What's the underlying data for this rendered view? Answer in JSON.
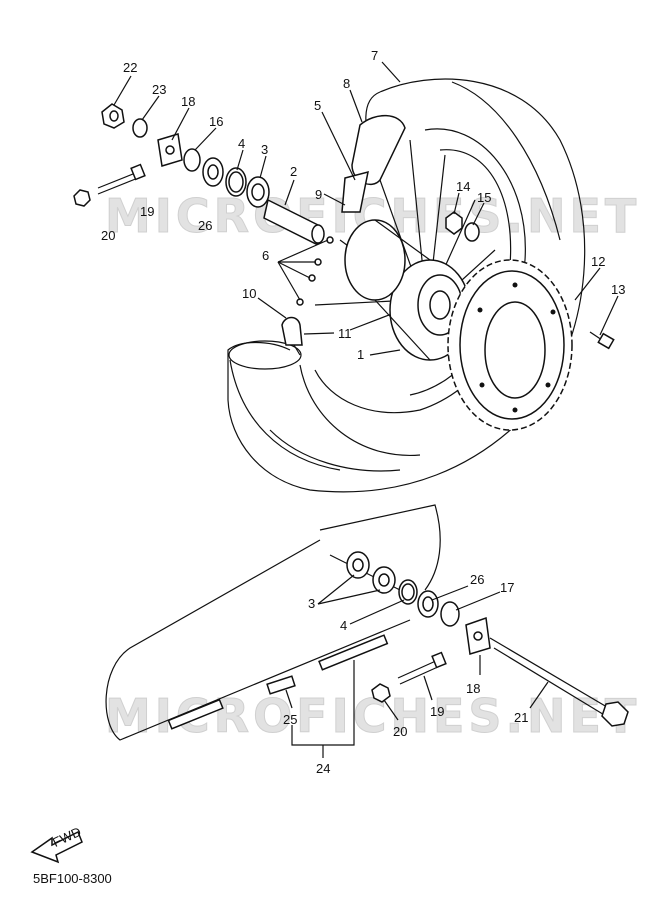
{
  "watermark": "MICROFICHES.NET",
  "catalog_code": "5BF100-8300",
  "fwd_label": "FWD",
  "callouts": [
    "22",
    "23",
    "18",
    "16",
    "4",
    "3",
    "2",
    "7",
    "8",
    "5",
    "9",
    "14",
    "15",
    "19",
    "20",
    "26",
    "6",
    "12",
    "13",
    "10",
    "11",
    "1",
    "3",
    "4",
    "26",
    "17",
    "18",
    "19",
    "20",
    "21",
    "25",
    "24"
  ]
}
